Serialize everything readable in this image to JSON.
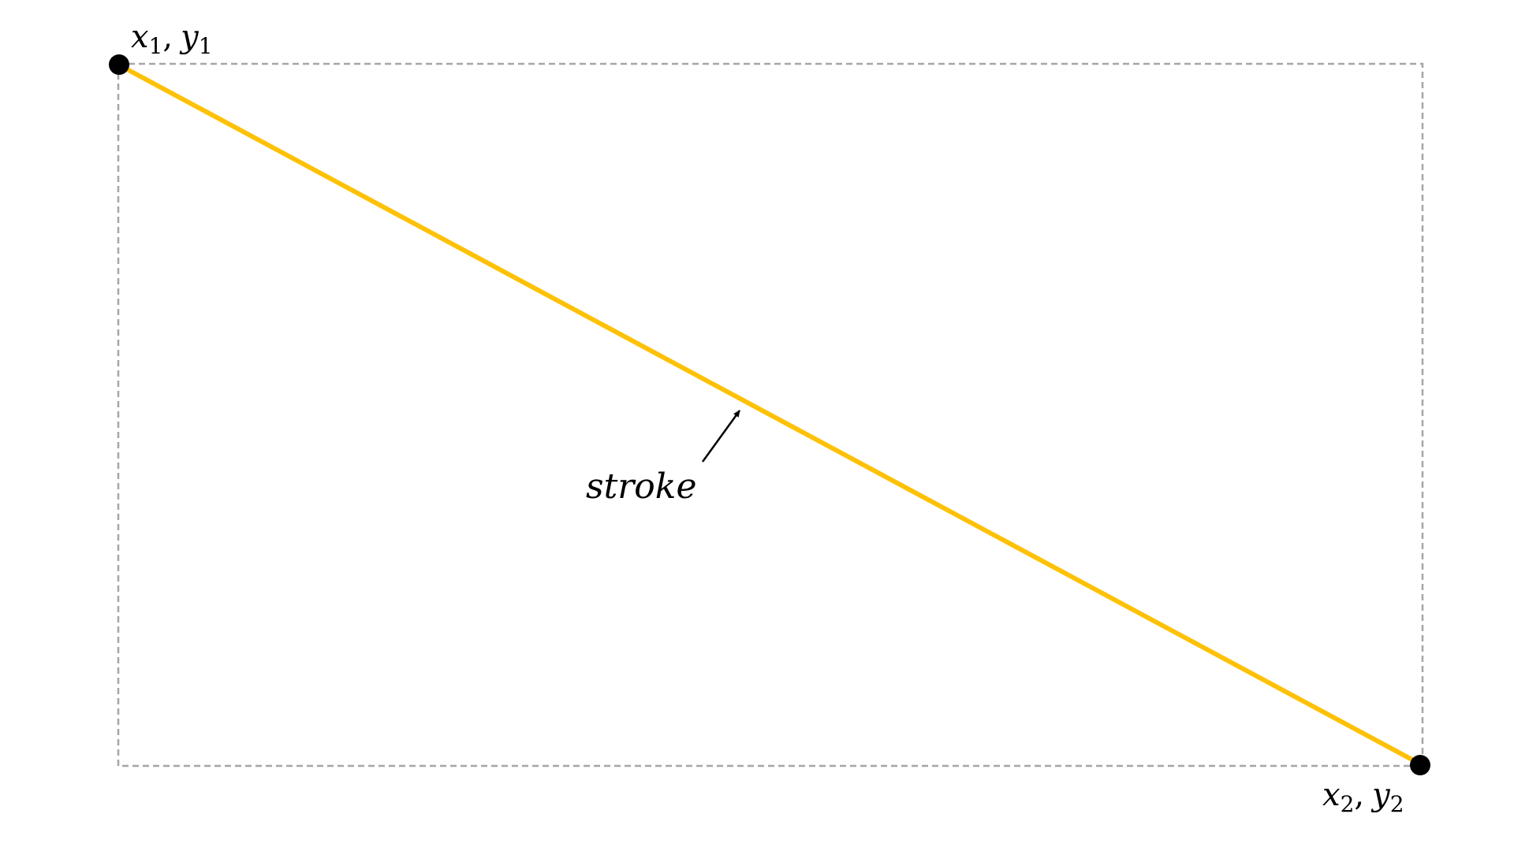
{
  "diagram": {
    "start_point": {
      "label_x": "x",
      "label_x_sub": "1",
      "separator": ",",
      "label_y": "y",
      "label_y_sub": "1"
    },
    "end_point": {
      "label_x": "x",
      "label_x_sub": "2",
      "separator": ",",
      "label_y": "y",
      "label_y_sub": "2"
    },
    "line_label": "stroke",
    "colors": {
      "line": "#FFC107",
      "bounding_box": "#A6A6A6",
      "points": "#000000",
      "arrow": "#000000"
    }
  }
}
